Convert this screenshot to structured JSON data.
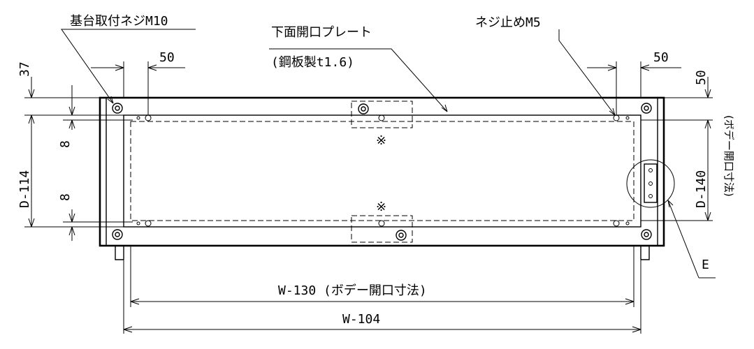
{
  "labels": {
    "base_screw": "基台取付ネジM10",
    "bottom_plate": "下面開口プレート",
    "plate_material": "(鋼板製t1.6)",
    "screw_m5": "ネジ止めM5",
    "dim_37": "37",
    "dim_50_left": "50",
    "dim_50_right": "50",
    "dim_50_side": "50",
    "dim_8_top": "8",
    "dim_8_bottom": "8",
    "dim_d114": "D-114",
    "dim_d140": "D-140",
    "body_opening_side": "(ボデー開口寸法)",
    "mark_top": "※",
    "mark_bottom": "※",
    "detail_e": "E",
    "dim_w130": "W-130 (ボデー開口寸法)",
    "dim_w104": "W-104"
  }
}
